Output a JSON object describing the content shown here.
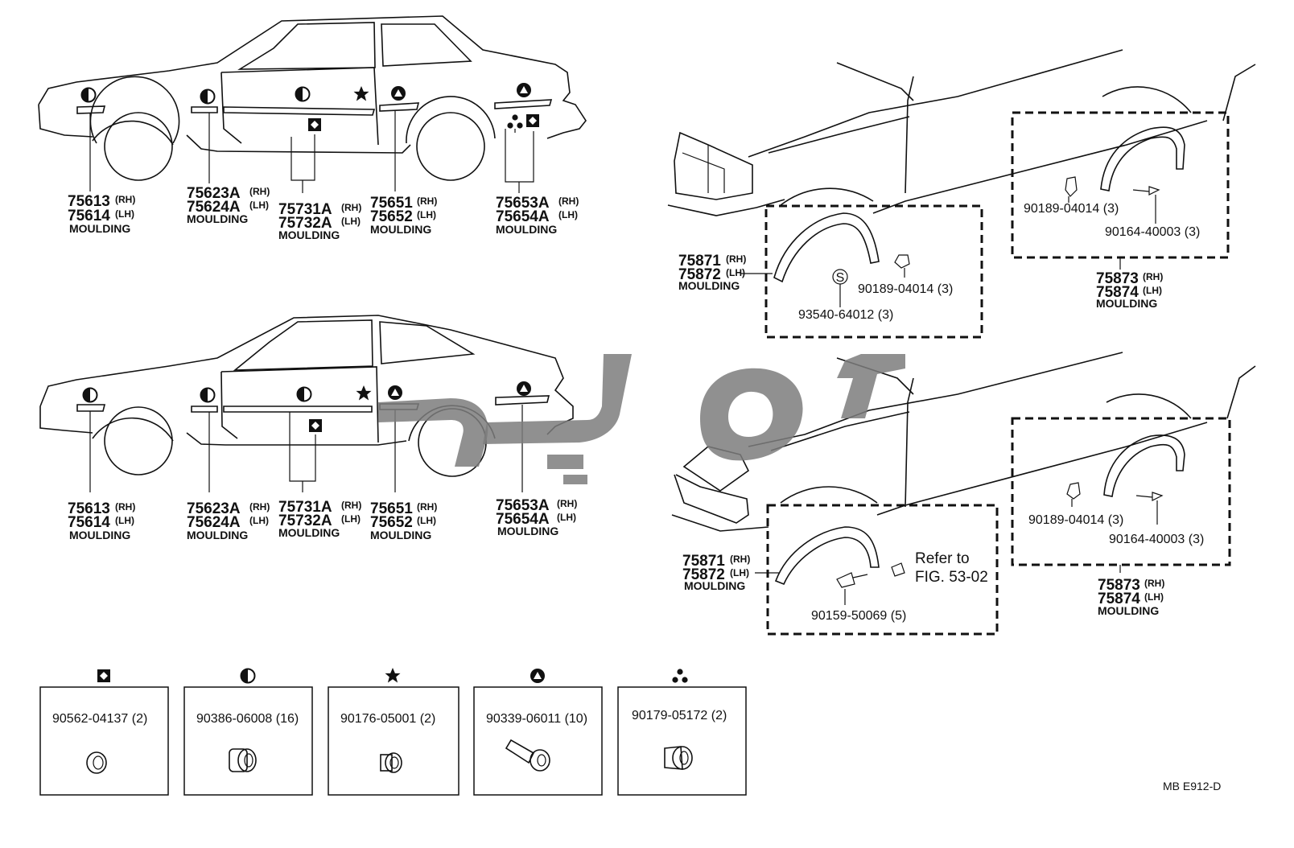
{
  "colors": {
    "ink": "#111111",
    "watermark": "#7d7d7d",
    "background": "#ffffff"
  },
  "icons": {
    "square": "square-diamond-icon",
    "half_circle": "half-circle-icon",
    "star": "star-icon",
    "triangle": "triangle-circle-icon",
    "three_dots": "three-dots-icon",
    "s_circle": "s-circle-icon"
  },
  "upper_car_callouts": [
    {
      "rh": "75613",
      "rh_sfx": "(RH)",
      "lh": "75614",
      "lh_sfx": "(LH)",
      "name": "MOULDING"
    },
    {
      "rh": "75623A",
      "rh_sfx": "(RH)",
      "lh": "75624A",
      "lh_sfx": "(LH)",
      "name": "MOULDING"
    },
    {
      "rh": "75731A",
      "rh_sfx": "(RH)",
      "lh": "75732A",
      "lh_sfx": "(LH)",
      "name": "MOULDING"
    },
    {
      "rh": "75651",
      "rh_sfx": "(RH)",
      "lh": "75652",
      "lh_sfx": "(LH)",
      "name": "MOULDING"
    },
    {
      "rh": "75653A",
      "rh_sfx": "(RH)",
      "lh": "75654A",
      "lh_sfx": "(LH)",
      "name": "MOULDING"
    }
  ],
  "lower_car_callouts": [
    {
      "rh": "75613",
      "rh_sfx": "(RH)",
      "lh": "75614",
      "lh_sfx": "(LH)",
      "name": "MOULDING"
    },
    {
      "rh": "75623A",
      "rh_sfx": "(RH)",
      "lh": "75624A",
      "lh_sfx": "(LH)",
      "name": "MOULDING"
    },
    {
      "rh": "75731A",
      "rh_sfx": "(RH)",
      "lh": "75732A",
      "lh_sfx": "(LH)",
      "name": "MOULDING"
    },
    {
      "rh": "75651",
      "rh_sfx": "(RH)",
      "lh": "75652",
      "lh_sfx": "(LH)",
      "name": "MOULDING"
    },
    {
      "rh": "75653A",
      "rh_sfx": "(RH)",
      "lh": "75654A",
      "lh_sfx": "(LH)",
      "name": "MOULDING"
    }
  ],
  "upper_detail": {
    "front_moulding": {
      "rh": "75871",
      "rh_sfx": "(RH)",
      "lh": "75872",
      "lh_sfx": "(LH)",
      "name": "MOULDING"
    },
    "rear_moulding": {
      "rh": "75873",
      "rh_sfx": "(RH)",
      "lh": "75874",
      "lh_sfx": "(LH)",
      "name": "MOULDING"
    },
    "front_clip": "90189-04014 (3)",
    "front_s_part": "93540-64012 (3)",
    "rear_clip": "90189-04014 (3)",
    "rear_screw": "90164-40003 (3)"
  },
  "lower_detail": {
    "front_moulding": {
      "rh": "75871",
      "rh_sfx": "(RH)",
      "lh": "75872",
      "lh_sfx": "(LH)",
      "name": "MOULDING"
    },
    "rear_moulding": {
      "rh": "75873",
      "rh_sfx": "(RH)",
      "lh": "75874",
      "lh_sfx": "(LH)",
      "name": "MOULDING"
    },
    "front_screw": "90159-50069 (5)",
    "refer_line1": "Refer to",
    "refer_line2": "FIG. 53-02",
    "rear_clip": "90189-04014 (3)",
    "rear_screw": "90164-40003 (3)"
  },
  "fastener_legend": [
    {
      "symbol": "square-diamond-icon",
      "part": "90562-04137 (2)"
    },
    {
      "symbol": "half-circle-icon",
      "part": "90386-06008 (16)"
    },
    {
      "symbol": "star-icon",
      "part": "90176-05001 (2)"
    },
    {
      "symbol": "triangle-circle-icon",
      "part": "90339-06011 (10)"
    },
    {
      "symbol": "three-dots-icon",
      "part": "90179-05172 (2)"
    }
  ],
  "figure_code": "MB  E912-D"
}
